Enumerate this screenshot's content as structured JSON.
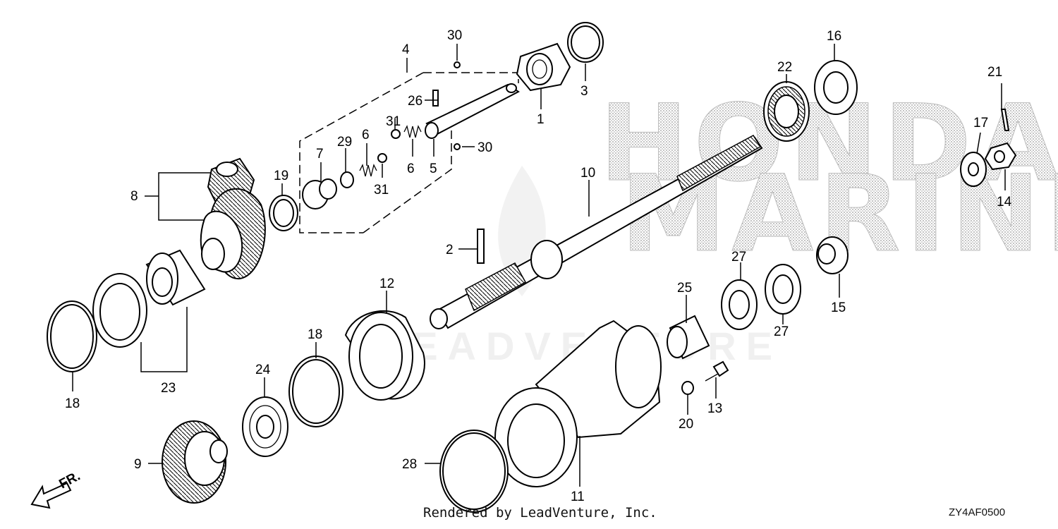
{
  "watermark": {
    "line1": "HONDA",
    "line2": "MARINE",
    "overlay": "LEADVENTURE"
  },
  "direction_label": "FR.",
  "footer_text": "Rendered by LeadVenture, Inc.",
  "diagram_code": "ZY4AF0500",
  "callouts": [
    "30",
    "4",
    "26",
    "31",
    "29",
    "6",
    "7",
    "31",
    "6",
    "5",
    "30",
    "1",
    "3",
    "16",
    "22",
    "21",
    "17",
    "14",
    "8",
    "19",
    "10",
    "2",
    "12",
    "23",
    "18",
    "18",
    "24",
    "9",
    "25",
    "27",
    "27",
    "15",
    "13",
    "20",
    "28",
    "11"
  ]
}
